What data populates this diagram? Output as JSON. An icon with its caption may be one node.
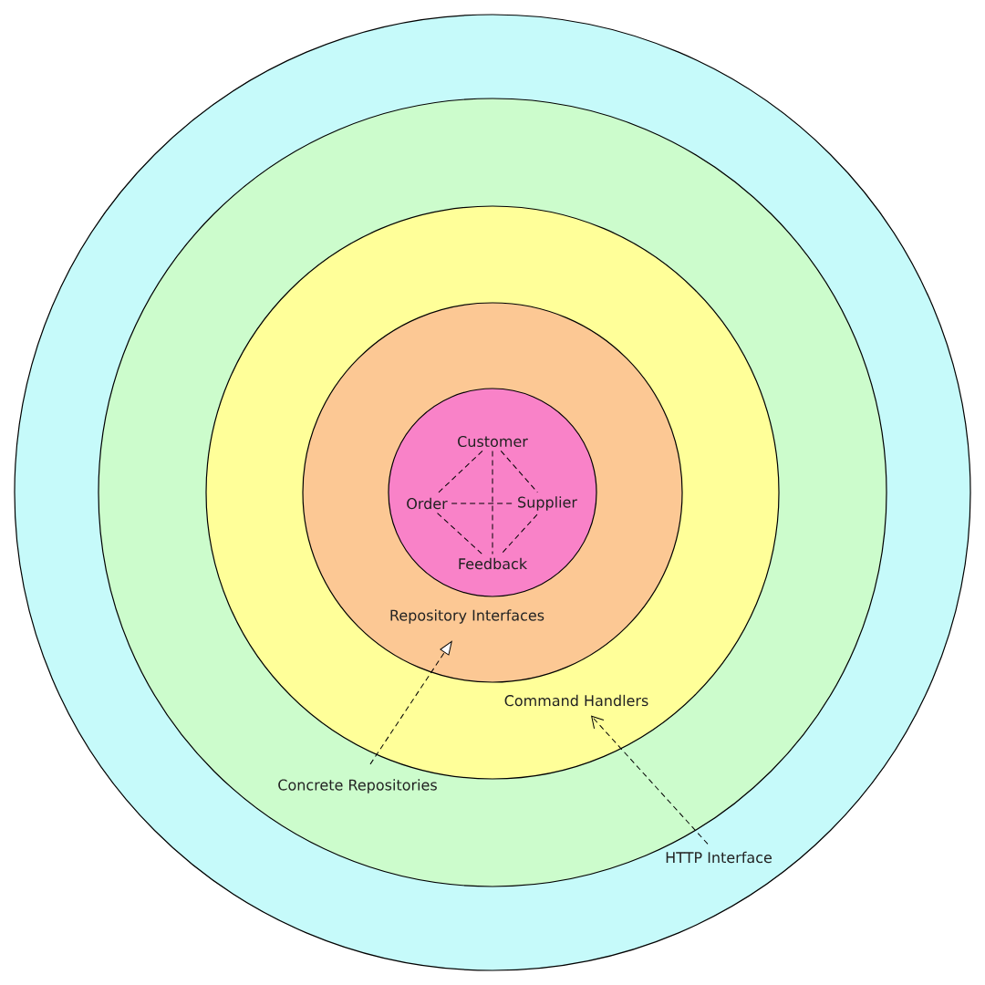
{
  "diagram": {
    "nodes": [
      {
        "text": [],
        "shape": "circle"
      },
      {
        "text": [],
        "shape": "circle",
        "in": 0
      },
      {
        "text": [],
        "shape": "circle",
        "in": 1
      },
      {
        "text": [],
        "shape": "circle",
        "in": 2
      },
      {
        "text": [],
        "shape": "circle",
        "in": 3
      },
      {
        "text": [
          "Customer"
        ],
        "in": 4
      },
      {
        "text": [
          "Order"
        ],
        "in": 4
      },
      {
        "text": [
          "Supplier"
        ],
        "in": 4
      },
      {
        "text": [
          "Feedback"
        ],
        "in": 4
      },
      {
        "text": [
          "Repository Interfaces"
        ],
        "in": 3
      },
      {
        "text": [
          "Command Handlers"
        ],
        "in": 2
      },
      {
        "text": [
          "Concrete Repositories"
        ],
        "in": 1
      },
      {
        "text": [
          "HTTP Interface"
        ],
        "in": 0
      }
    ],
    "edges": [
      {
        "from": 5,
        "to": 6,
        "arrow": "none",
        "style": "dashed"
      },
      {
        "from": 5,
        "to": 7,
        "arrow": "none",
        "style": "dashed"
      },
      {
        "from": 5,
        "to": 8,
        "arrow": "none",
        "style": "dashed"
      },
      {
        "from": 6,
        "to": 7,
        "arrow": "none",
        "style": "dashed"
      },
      {
        "from": 6,
        "to": 8,
        "arrow": "none",
        "style": "dashed"
      },
      {
        "from": 7,
        "to": 8,
        "arrow": "none",
        "style": "dashed"
      },
      {
        "from": 11,
        "to": 9,
        "arrow": "to",
        "style": "dashed"
      },
      {
        "from": 12,
        "to": 10,
        "arrow": "to",
        "style": "dashed"
      }
    ]
  }
}
